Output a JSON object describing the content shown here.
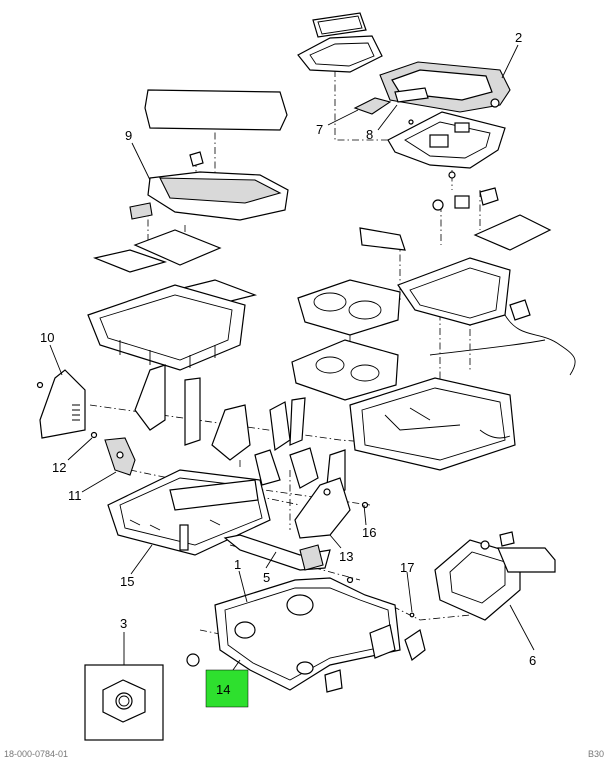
{
  "callouts": [
    {
      "id": "1",
      "label": "1"
    },
    {
      "id": "2",
      "label": "2"
    },
    {
      "id": "3",
      "label": "3"
    },
    {
      "id": "5",
      "label": "5"
    },
    {
      "id": "6",
      "label": "6"
    },
    {
      "id": "7",
      "label": "7"
    },
    {
      "id": "8",
      "label": "8"
    },
    {
      "id": "9",
      "label": "9"
    },
    {
      "id": "10",
      "label": "10"
    },
    {
      "id": "11",
      "label": "11"
    },
    {
      "id": "12",
      "label": "12"
    },
    {
      "id": "13",
      "label": "13"
    },
    {
      "id": "14",
      "label": "14",
      "highlighted": true
    },
    {
      "id": "15",
      "label": "15"
    },
    {
      "id": "16",
      "label": "16"
    },
    {
      "id": "17",
      "label": "17"
    }
  ],
  "highlight_color": "#2ee02e",
  "footer": {
    "left": "18-000-0784-01",
    "right": "B30"
  }
}
